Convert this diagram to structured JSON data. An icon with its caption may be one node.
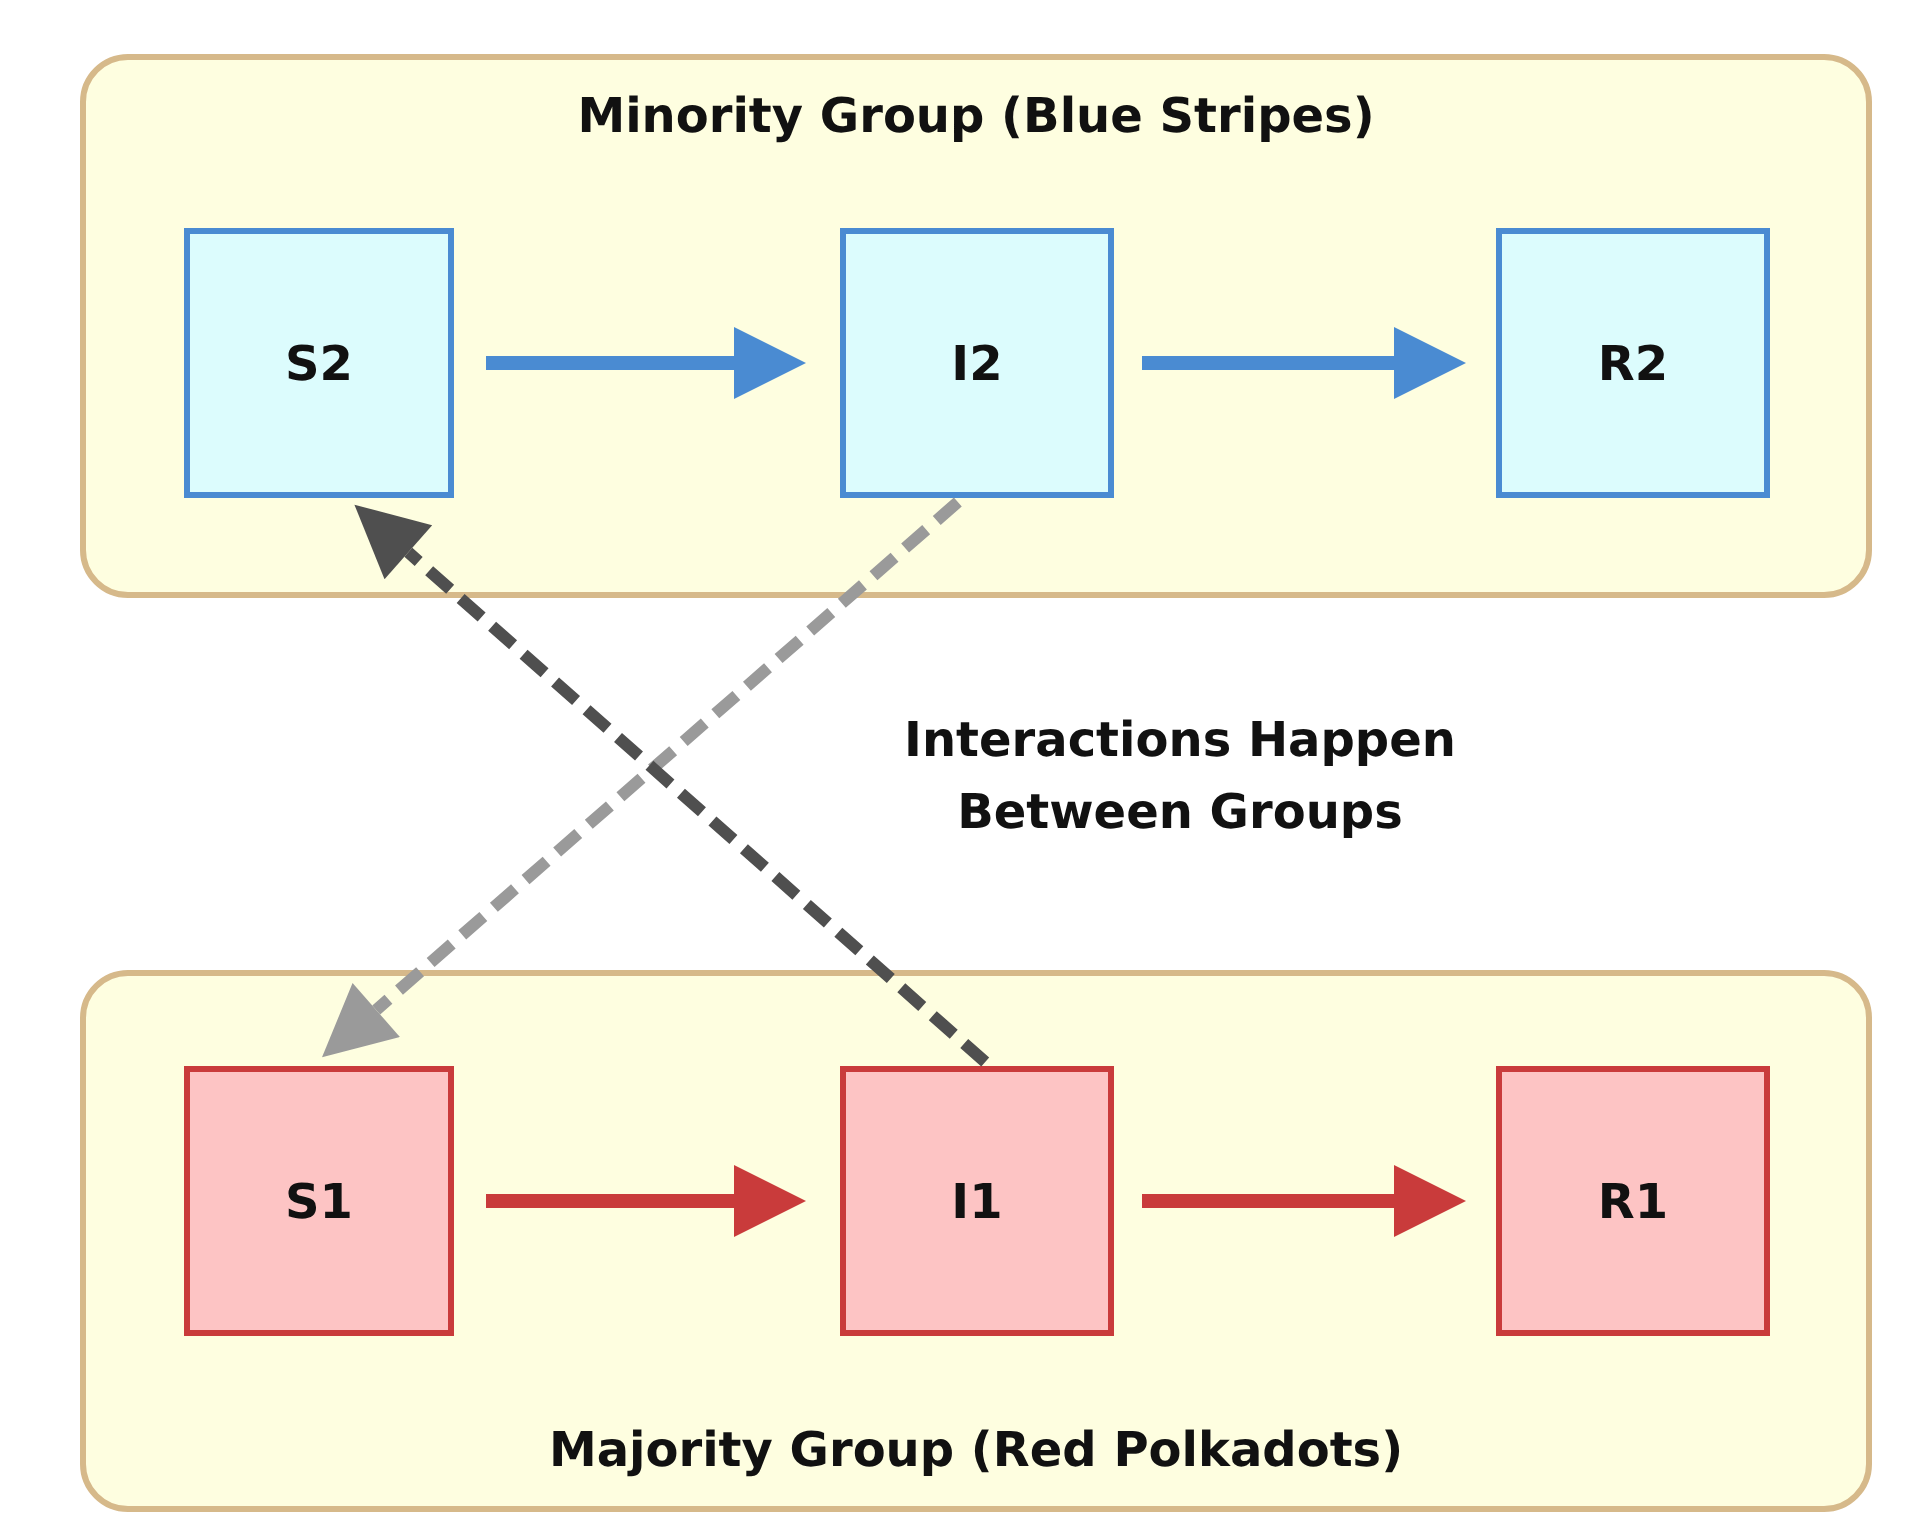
{
  "diagram": {
    "nodes": [
      {
        "text": [
          "Minority Group (Blue Stripes)"
        ]
      },
      {
        "text": [
          "S2"
        ],
        "in": 0
      },
      {
        "text": [
          "I2"
        ],
        "in": 0
      },
      {
        "text": [
          "R2"
        ],
        "in": 0
      },
      {
        "text": [
          "Majority Group (Red Polkadots)"
        ]
      },
      {
        "text": [
          "S1"
        ],
        "in": 4
      },
      {
        "text": [
          "I1"
        ],
        "in": 4
      },
      {
        "text": [
          "R1"
        ],
        "in": 4
      }
    ],
    "edges": [
      {
        "from": 1,
        "to": 2,
        "arrow": "to",
        "color": "#4a8bd2"
      },
      {
        "from": 2,
        "to": 3,
        "arrow": "to",
        "color": "#4a8bd2"
      },
      {
        "from": 5,
        "to": 6,
        "arrow": "to",
        "color": "#c93b3b"
      },
      {
        "from": 6,
        "to": 7,
        "arrow": "to",
        "color": "#c93b3b"
      },
      {
        "from": 2,
        "to": 5,
        "arrow": "to",
        "style": "dashed",
        "color": "#9a9a9a"
      },
      {
        "from": 6,
        "to": 1,
        "arrow": "to",
        "style": "dashed",
        "color": "#4f4f4f"
      }
    ],
    "labels": [
      "Interactions Happen Between Groups"
    ]
  }
}
